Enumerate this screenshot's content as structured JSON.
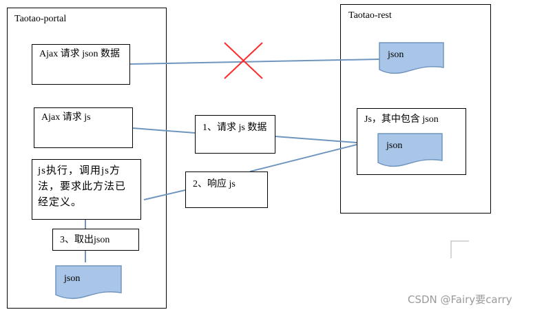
{
  "portal": {
    "title": "Taotao-portal",
    "box_ajax_json": "Ajax 请求 json 数据",
    "box_ajax_js": "Ajax 请求 js",
    "box_exec": "js执行，调用js方法，要求此方法已经定义。",
    "box_take": "3、取出json",
    "doc_json": "json"
  },
  "rest": {
    "title": "Taotao-rest",
    "doc_json": "json",
    "box_js": "Js，其中包含 json",
    "box_js_doc": "json"
  },
  "steps": {
    "request": "1、请求 js 数据",
    "response": "2、响应 js"
  },
  "watermark": "CSDN @Fairy要carry",
  "colors": {
    "line": "#6f95bf",
    "doc_fill": "#a9c6e8",
    "doc_stroke": "#6f95bf",
    "cross": "#ff2a2a"
  }
}
